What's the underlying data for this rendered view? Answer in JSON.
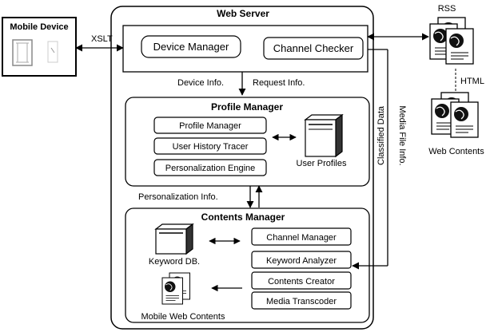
{
  "mobile_device": {
    "title": "Mobile Device"
  },
  "web_server": {
    "title": "Web Server",
    "device_manager": "Device Manager",
    "channel_checker": "Channel Checker",
    "device_info": "Device Info.",
    "request_info": "Request Info."
  },
  "profile_manager": {
    "title": "Profile Manager",
    "items": [
      "Profile Manager",
      "User History Tracer",
      "Personalization Engine"
    ],
    "user_profiles": "User Profiles"
  },
  "personalization_info": "Personalization Info.",
  "contents_manager": {
    "title": "Contents Manager",
    "keyword_db": "Keyword DB.",
    "items": [
      "Channel Manager",
      "Keyword Analyzer",
      "Contents Creator",
      "Media Transcoder"
    ],
    "mobile_web_contents": "Mobile Web Contents"
  },
  "labels": {
    "xslt": "XSLT",
    "rss": "RSS",
    "html": "HTML",
    "web_contents": "Web Contents",
    "classified_data": "Classified Data",
    "media_file_info": "Media File Info."
  }
}
